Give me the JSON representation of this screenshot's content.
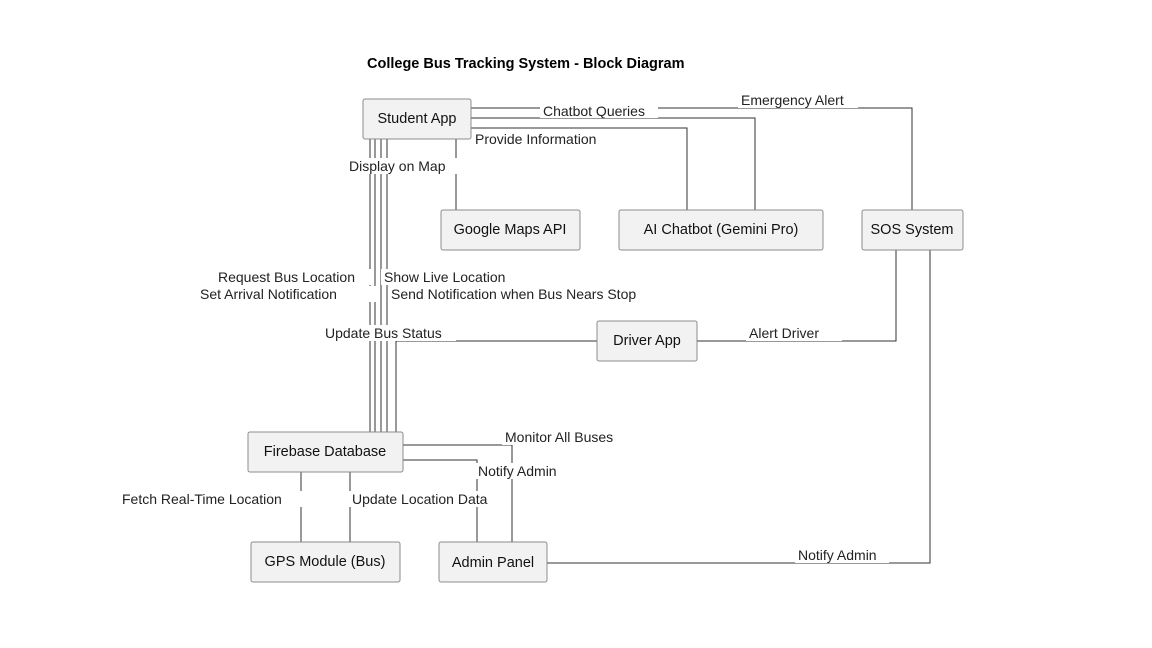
{
  "title": "College Bus Tracking System - Block Diagram",
  "nodes": {
    "student_app": "Student App",
    "google_maps": "Google Maps API",
    "ai_chatbot": "AI Chatbot (Gemini Pro)",
    "sos_system": "SOS System",
    "driver_app": "Driver App",
    "firebase": "Firebase Database",
    "gps_module": "GPS Module (Bus)",
    "admin_panel": "Admin Panel"
  },
  "edges": {
    "chatbot_queries": "Chatbot Queries",
    "emergency_alert": "Emergency Alert",
    "provide_information": "Provide Information",
    "display_on_map": "Display on Map",
    "request_bus_location": "Request Bus Location",
    "show_live_location": "Show Live Location",
    "set_arrival_notification": "Set Arrival Notification",
    "send_notification": "Send Notification when Bus Nears Stop",
    "update_bus_status": "Update Bus Status",
    "alert_driver": "Alert Driver",
    "monitor_all_buses": "Monitor All Buses",
    "notify_admin_firebase": "Notify Admin",
    "fetch_realtime_location": "Fetch Real-Time Location",
    "update_location_data": "Update Location Data",
    "notify_admin_sos": "Notify Admin"
  }
}
